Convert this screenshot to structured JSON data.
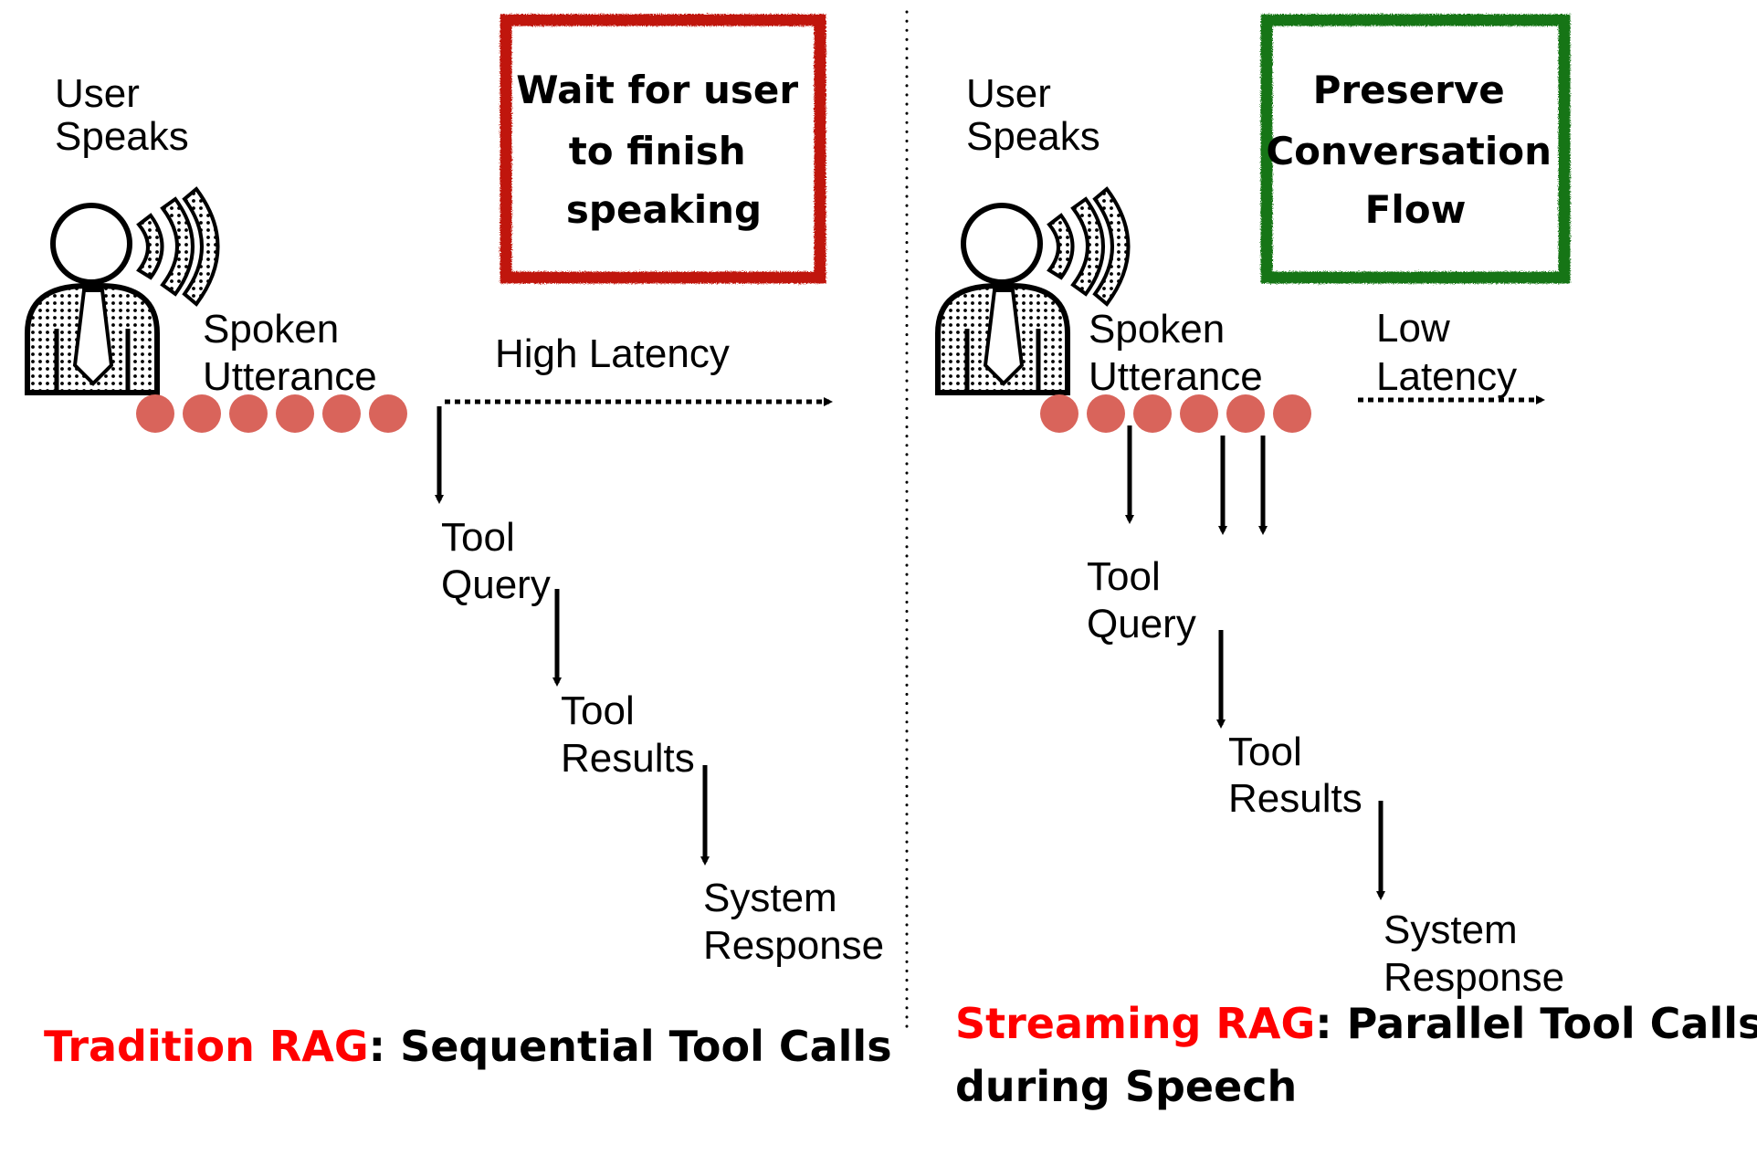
{
  "colors": {
    "dot": "#d9645b",
    "traditional_box": "#c0170f",
    "streaming_box": "#137512",
    "caption_highlight": "#ff0000",
    "ink": "#000000"
  },
  "traditional": {
    "user_label": [
      "User",
      "Speaks"
    ],
    "utterance_label": [
      "Spoken",
      "Utterance"
    ],
    "callout_box": [
      "Wait for user",
      "to finish",
      "speaking"
    ],
    "latency_label": [
      "High Latency"
    ],
    "utterance_dot_count": 6,
    "steps": [
      {
        "label": [
          "Tool",
          "Query"
        ]
      },
      {
        "label": [
          "Tool",
          "Results"
        ]
      },
      {
        "label": [
          "System",
          "Response"
        ]
      }
    ],
    "caption": {
      "highlight": "Tradition RAG",
      "rest": ": Sequential Tool Calls"
    }
  },
  "streaming": {
    "user_label": [
      "User",
      "Speaks"
    ],
    "utterance_label": [
      "Spoken",
      "Utterance"
    ],
    "callout_box": [
      "Preserve",
      "Conversation",
      "Flow"
    ],
    "latency_label": [
      "Low",
      "Latency"
    ],
    "utterance_dot_count": 6,
    "parallel_tool_call_count": 3,
    "steps": [
      {
        "label": [
          "Tool",
          "Query"
        ]
      },
      {
        "label": [
          "Tool",
          "Results"
        ]
      },
      {
        "label": [
          "System",
          "Response"
        ]
      }
    ],
    "caption": {
      "highlight": "Streaming RAG",
      "rest": ": Parallel Tool Calls",
      "line2": "during Speech"
    }
  }
}
